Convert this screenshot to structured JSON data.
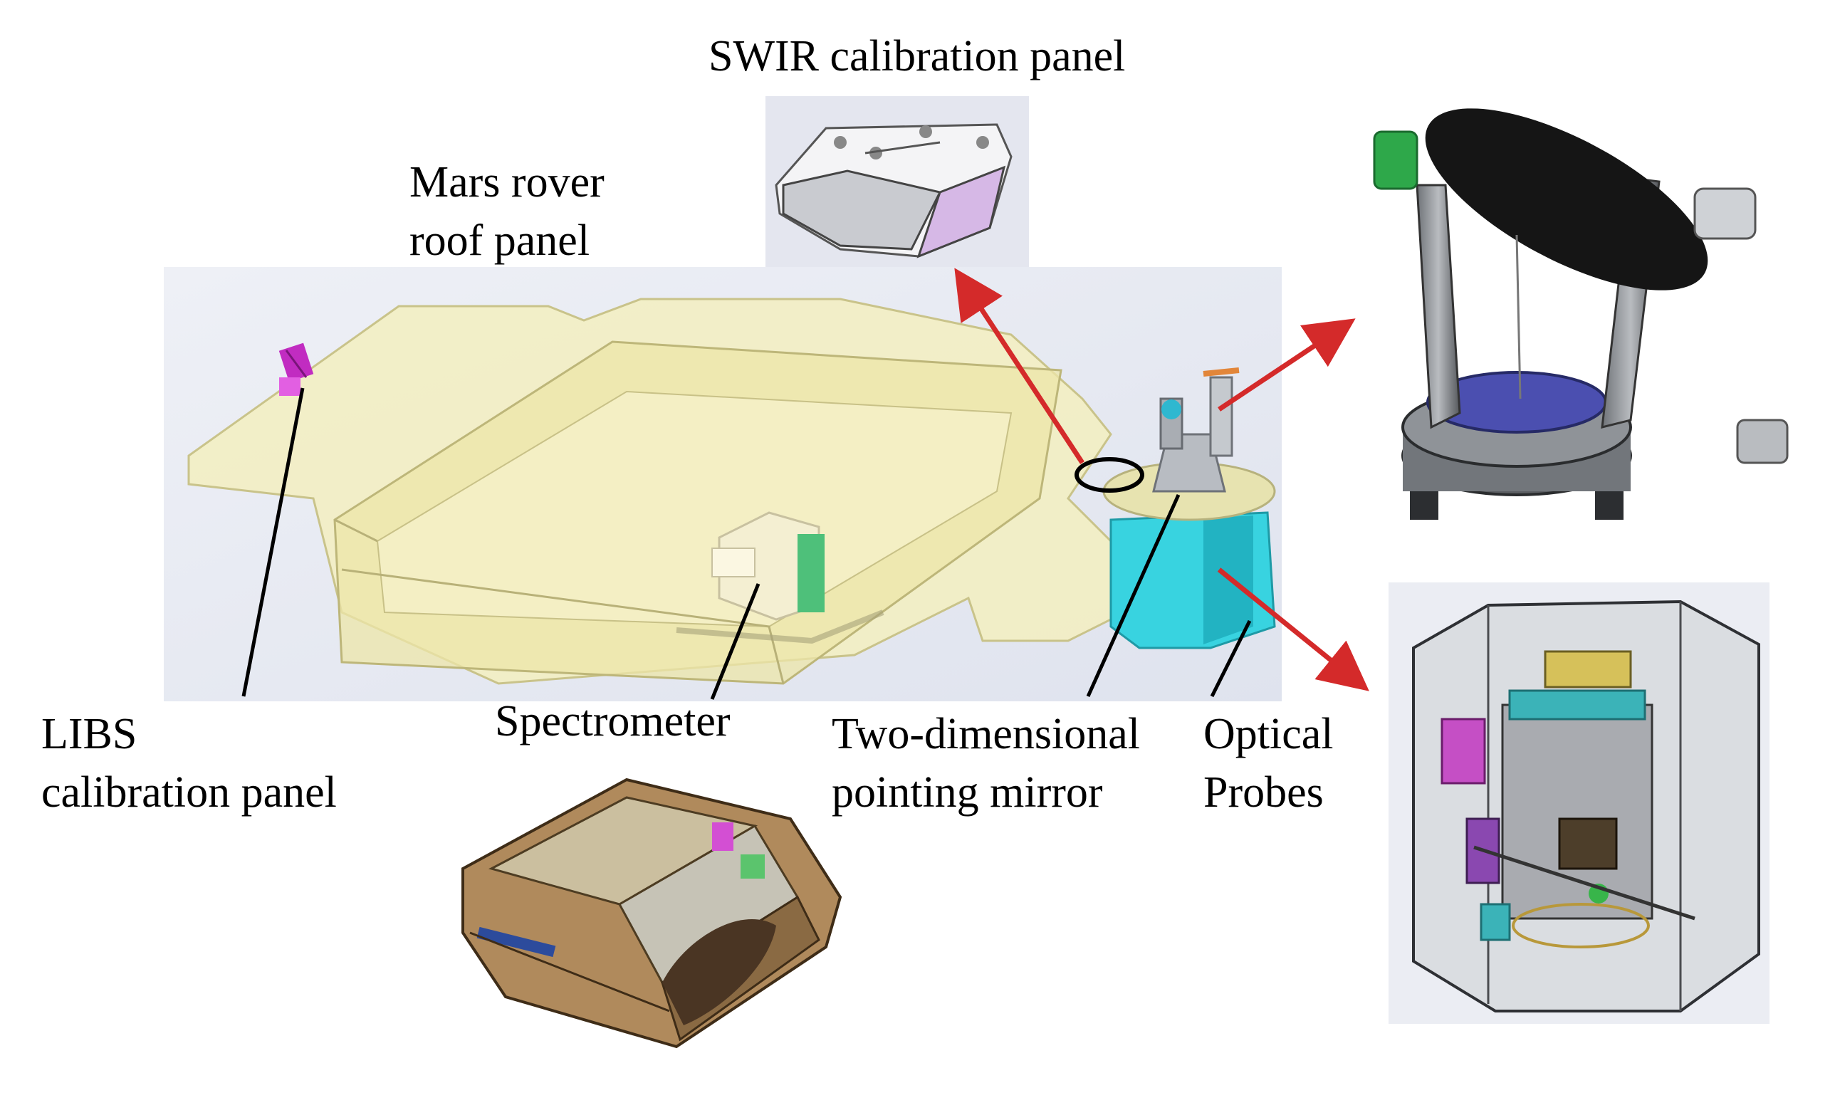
{
  "labels": {
    "swir_panel": "SWIR calibration panel",
    "roof_panel": [
      "Mars rover",
      "roof panel"
    ],
    "libs_panel": [
      "LIBS",
      "calibration panel"
    ],
    "spectrometer": "Spectrometer",
    "pointing_mirror": [
      "Two-dimensional",
      "pointing mirror"
    ],
    "optical_probes": [
      "Optical",
      "Probes"
    ]
  },
  "colors": {
    "arrow": "#d42a2a",
    "roof_panel_fill": "#f3eec0",
    "probe_cyan": "#38d3e0",
    "mirror_dark": "#151515",
    "mirror_blue": "#4b4fb0",
    "spectrometer_brown": "#b08a5c",
    "libs_magenta": "#c12cc1"
  }
}
